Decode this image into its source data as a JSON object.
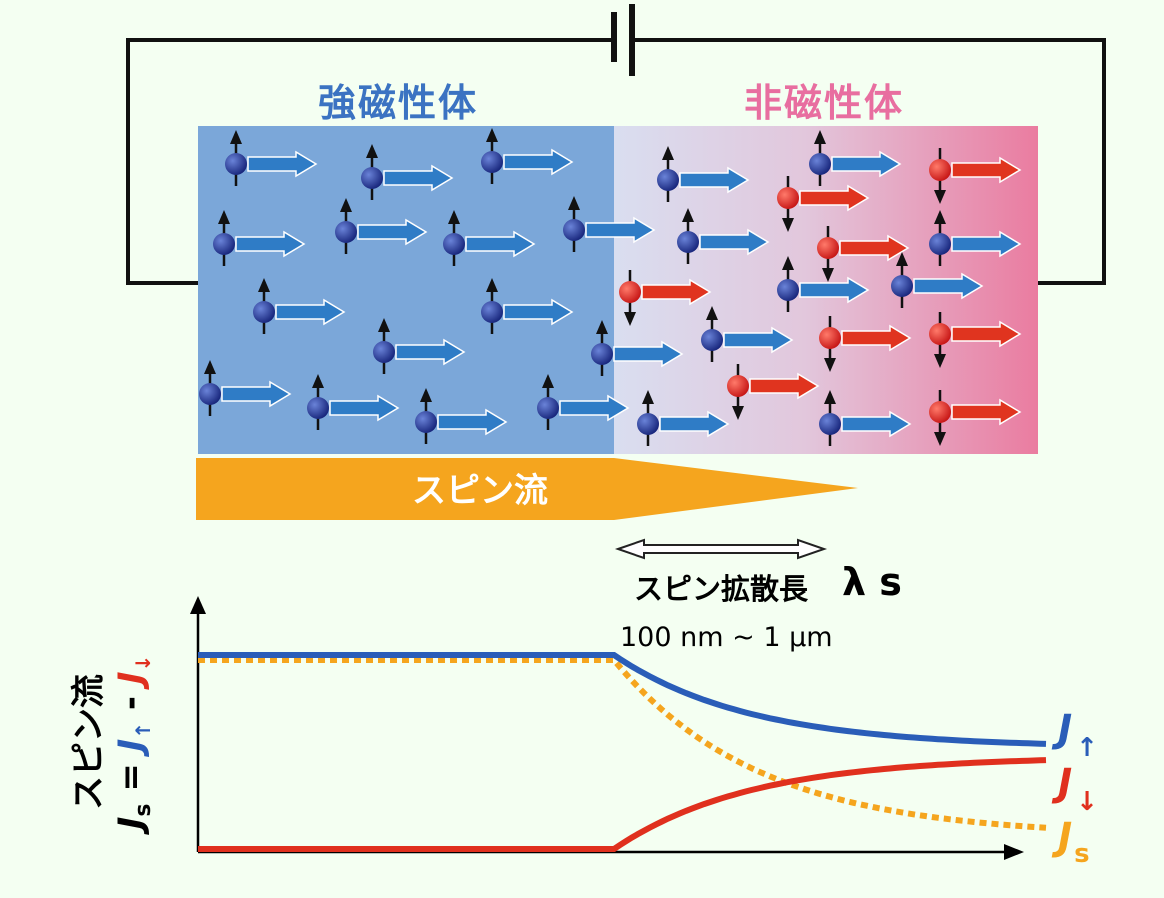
{
  "labels": {
    "ferromagnet": "強磁性体",
    "nonmagnet": "非磁性体",
    "spin_current_banner": "スピン流",
    "diffusion_length": "スピン拡散長",
    "lambda_symbol": "λ s",
    "length_range": "100 nm ~ 1 μm",
    "y_axis": {
      "title": "スピン流",
      "js": "J",
      "js_sub": "s",
      "eq": " = ",
      "j_up": "J",
      "up_sub": "↑",
      "minus": " - ",
      "j_down": "J",
      "down_sub": "↓"
    },
    "curve_j_up": {
      "main": "J",
      "sub": "↑"
    },
    "curve_j_down": {
      "main": "J",
      "sub": "↓"
    },
    "curve_js": {
      "main": "J",
      "sub": "s"
    }
  },
  "colors": {
    "background": "#f4fff2",
    "ferro_blue": "#7ba7d9",
    "nonmag_pink": "#ea7ca0",
    "electron_blue": "#1c2f8a",
    "electron_red": "#e0241f",
    "arrow_blue": "#2f7cc6",
    "arrow_red": "#e0341f",
    "banner_orange": "#f5a51e",
    "ferro_text": "#3b73c2",
    "nonmag_text": "#e86ea0",
    "j_up": "#2a5db8",
    "j_down": "#e0301e",
    "js": "#f5a51e"
  }
}
